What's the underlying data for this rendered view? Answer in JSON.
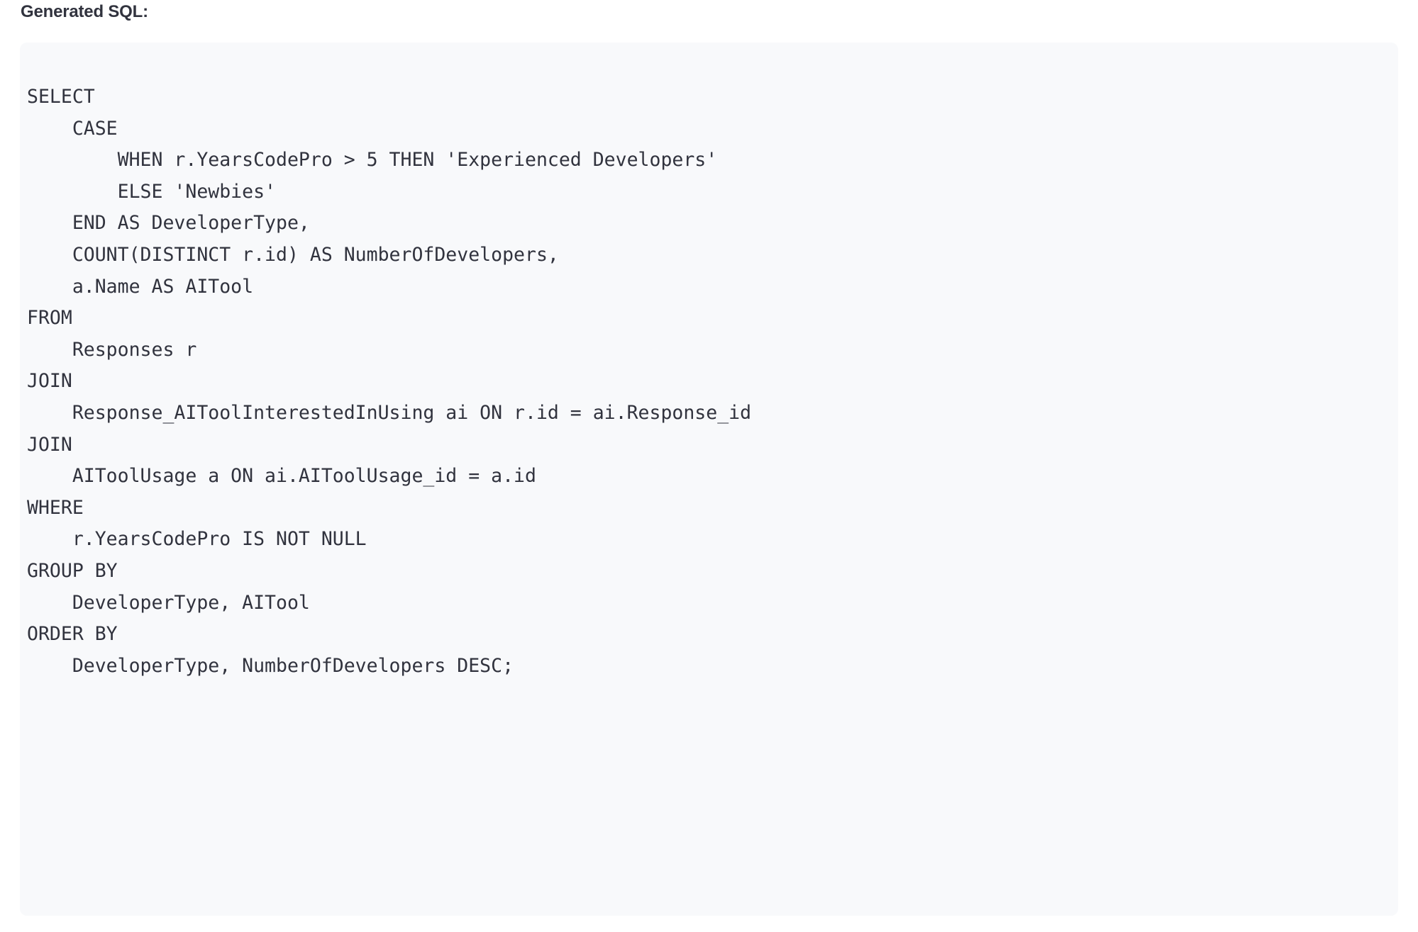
{
  "heading": {
    "label": "Generated SQL:"
  },
  "colors": {
    "page_background": "#ffffff",
    "code_background": "#f8f9fb",
    "code_text": "#31333e",
    "heading_text": "#31333e"
  },
  "code_block": {
    "language": "sql",
    "full_text": "SELECT\n    CASE\n        WHEN r.YearsCodePro > 5 THEN 'Experienced Developers'\n        ELSE 'Newbies'\n    END AS DeveloperType,\n    COUNT(DISTINCT r.id) AS NumberOfDevelopers,\n    a.Name AS AITool\nFROM\n    Responses r\nJOIN\n    Response_AIToolInterestedInUsing ai ON r.id = ai.Response_id\nJOIN\n    AIToolUsage a ON ai.AIToolUsage_id = a.id\nWHERE\n    r.YearsCodePro IS NOT NULL\nGROUP BY\n    DeveloperType, AITool\nORDER BY\n    DeveloperType, NumberOfDevelopers DESC;",
    "lines": [
      "SELECT",
      "    CASE",
      "        WHEN r.YearsCodePro > 5 THEN 'Experienced Developers'",
      "        ELSE 'Newbies'",
      "    END AS DeveloperType,",
      "    COUNT(DISTINCT r.id) AS NumberOfDevelopers,",
      "    a.Name AS AITool",
      "FROM",
      "    Responses r",
      "JOIN",
      "    Response_AIToolInterestedInUsing ai ON r.id = ai.Response_id",
      "JOIN",
      "    AIToolUsage a ON ai.AIToolUsage_id = a.id",
      "WHERE",
      "    r.YearsCodePro IS NOT NULL",
      "GROUP BY",
      "    DeveloperType, AITool",
      "ORDER BY",
      "    DeveloperType, NumberOfDevelopers DESC;"
    ]
  }
}
